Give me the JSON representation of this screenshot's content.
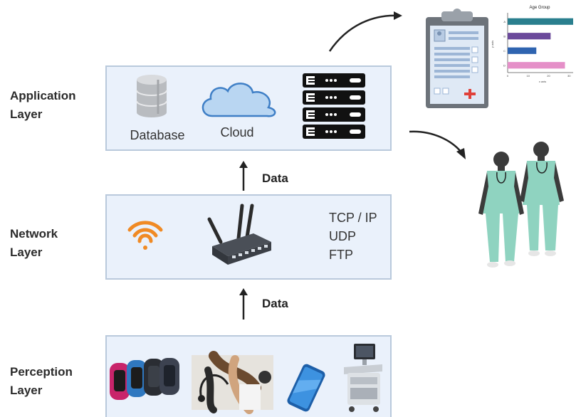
{
  "layers": {
    "application": {
      "label_line1": "Application",
      "label_line2": "Layer",
      "items": {
        "database": "Database",
        "cloud": "Cloud"
      }
    },
    "network": {
      "label_line1": "Network",
      "label_line2": "Layer",
      "protocols": [
        "TCP / IP",
        "UDP",
        "FTP"
      ]
    },
    "perception": {
      "label_line1": "Perception",
      "label_line2": "Layer"
    }
  },
  "flows": {
    "upper_data": "Data",
    "lower_data": "Data"
  },
  "report_chart": {
    "title": "Age Group",
    "y_ticks": [
      "A",
      "B",
      "C",
      "D"
    ],
    "x_ticks": [
      "0",
      "10",
      "20",
      "30"
    ],
    "y_axis_label": "y axis",
    "x_axis_label": "x axis"
  },
  "chart_data": {
    "type": "bar",
    "title": "Age Group",
    "categories": [
      "A",
      "B",
      "C",
      "D"
    ],
    "values": [
      32,
      21,
      14,
      28
    ],
    "xlim": [
      0,
      32
    ],
    "bar_colors": [
      "#2a7f8e",
      "#6b4a9b",
      "#2f64b0",
      "#e58fc8"
    ],
    "xlabel": "x axis",
    "ylabel": "y axis"
  },
  "colors": {
    "box_fill": "#eaf1fb",
    "box_border": "#b9c9dc",
    "wifi": "#f08a24",
    "cloud": "#5b9bd5",
    "scrubs": "#8fd3c0",
    "medical_cross": "#e0413a"
  },
  "icons": [
    "database-icon",
    "cloud-icon",
    "server-rack-icon",
    "wifi-icon",
    "router-icon",
    "smartwatch-icon",
    "stethoscope-icon",
    "smartphone-icon",
    "ultrasound-machine-icon",
    "clipboard-icon",
    "doctor-icon"
  ]
}
